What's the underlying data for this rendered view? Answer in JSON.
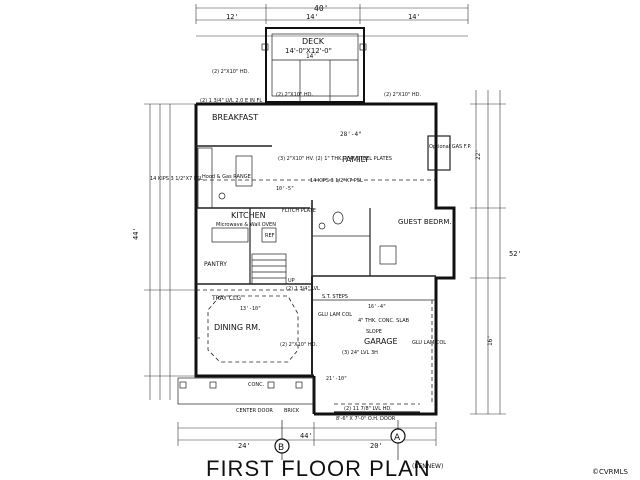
{
  "drawing": {
    "title": "FIRST FLOOR PLAN",
    "title_note": "(BENNEW)",
    "watermark": "©CVRMLS"
  },
  "rooms": {
    "deck": "DECK",
    "deck_size": "14'-0\"X12'-0\"",
    "breakfast": "BREAKFAST",
    "family": "FAMILY",
    "kitchen": "KITCHEN",
    "kitchen_note": "Microwave & Wall OVEN",
    "hood": "Hood & Gas RANGE",
    "guest": "GUEST BEDRM.",
    "pantry": "PANTRY",
    "dining": "DINING RM.",
    "tray": "TRAY CLG",
    "garage": "GARAGE",
    "slab": "4\" THK. CONC. SLAB",
    "slope": "SLOPE",
    "fireplace": "Optional GAS F.P.",
    "center_door": "CENTER DOOR",
    "conc": "CONC.",
    "brick": "BRICK",
    "ref": "REF",
    "steps": "S.T. STEPS",
    "up": "UP"
  },
  "notes": {
    "beam_top": "(2) 2\"X10\" HD.",
    "lvl_breakfast": "(2) 1 3/4\" LVL 2.0 E IN FL",
    "steel": "(3) 2\"X10\" HV. (2) 1\" THK. X 4\" STEEL PLATES",
    "kips_left": "14 KIPS 3 1/2\"X7 PSL",
    "kips_right": "14 KIPS 3 1/2\"X7 PSL",
    "flitch": "FLITCH PLATE",
    "glu_lam1": "GLU LAM COL",
    "glu_lam2": "GLU LAM COL",
    "lvl_garage": "(3) 24\" LVL 3H",
    "lvl_front": "(2) 11 7/8\" LVL HD.",
    "opening": "8'-6\" X 7'-0\" O.H. DOOR",
    "lvl_mid": "(2) 1 3/4\" LVL",
    "hd_mid": "(2) 2\"X10\" HD."
  },
  "dimensions": {
    "overall_top": "40'",
    "top_left": "12'",
    "top_mid": "14'",
    "top_right": "14'",
    "deck_w": "14'",
    "family_w": "28'-4\"",
    "breakfast_dim": "10'-5\"",
    "overall_bottom": "44'",
    "bottom_left": "24'",
    "bottom_right": "20'",
    "right_total": "52'",
    "left_total": "44'",
    "right_a": "22'",
    "right_b": "16'",
    "garage_w": "16'-4\"",
    "dining_w": "13'-10\"",
    "garage_depth": "21'-10\""
  },
  "markers": {
    "a": "A",
    "b": "B"
  }
}
